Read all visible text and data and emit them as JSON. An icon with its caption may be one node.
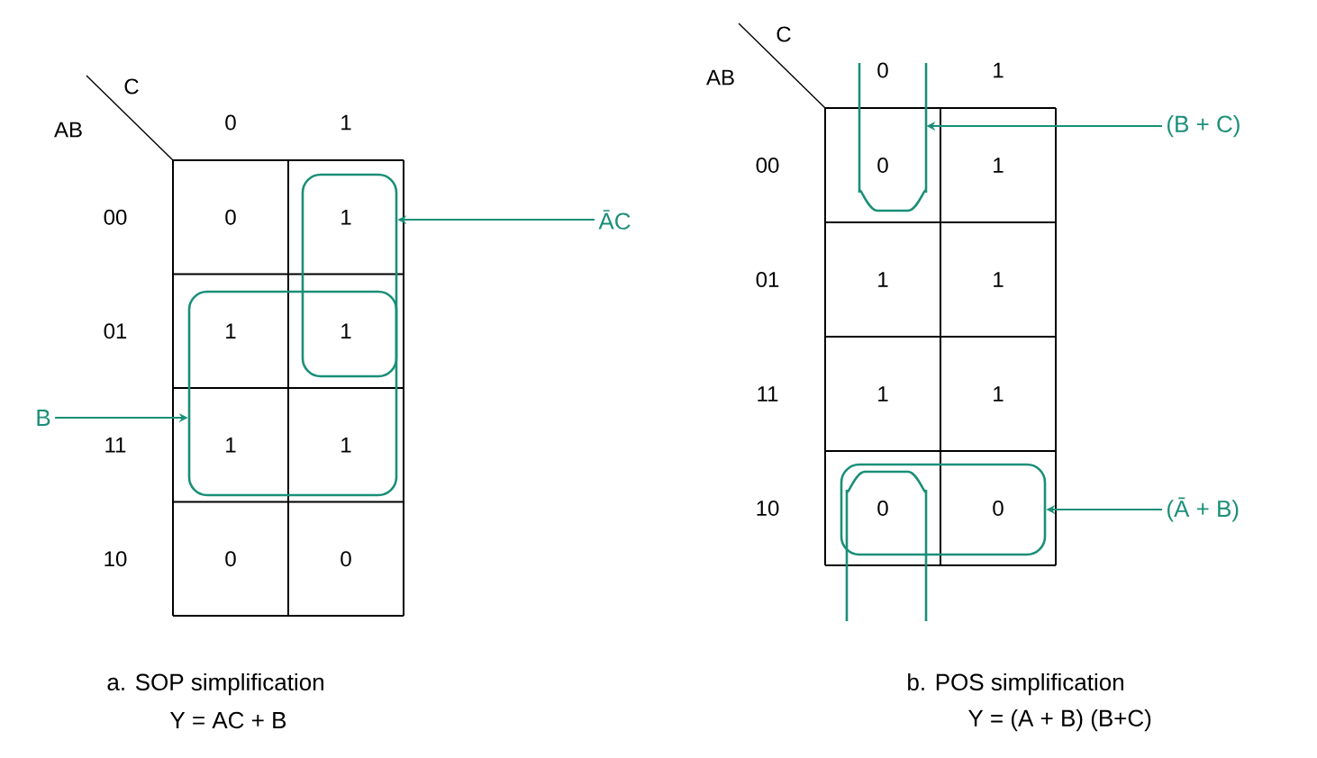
{
  "diagram": {
    "nodes": [
      {
        "text": [],
        "shape": "box"
      },
      {
        "text": [],
        "shape": "box"
      },
      {
        "text": [
          "ĀC"
        ]
      },
      {
        "text": [
          "B"
        ]
      },
      {
        "text": [],
        "shape": "box"
      },
      {
        "text": [],
        "shape": "box"
      },
      {
        "text": [
          "(B + C)"
        ]
      },
      {
        "text": [
          "(Ā + B)"
        ]
      }
    ],
    "edges": [
      {
        "from": 2,
        "to": 0,
        "arrow": "to"
      },
      {
        "from": 3,
        "to": 1,
        "arrow": "to"
      },
      {
        "from": 6,
        "to": 4,
        "arrow": "to"
      },
      {
        "from": 7,
        "to": 5,
        "arrow": "to"
      }
    ],
    "labels": [
      "AB",
      "C",
      "0",
      "1",
      "00",
      "0",
      "1",
      "01",
      "1",
      "1",
      "11",
      "1",
      "1",
      "10",
      "0",
      "0",
      "AB",
      "C",
      "0",
      "1",
      "00",
      "0",
      "1",
      "01",
      "1",
      "1",
      "11",
      "1",
      "1",
      "10",
      "0",
      "0",
      "a. SOP simplification",
      "Y = AC + B",
      "b. POS simplification",
      "Y = (A + B) (B+C)"
    ]
  }
}
